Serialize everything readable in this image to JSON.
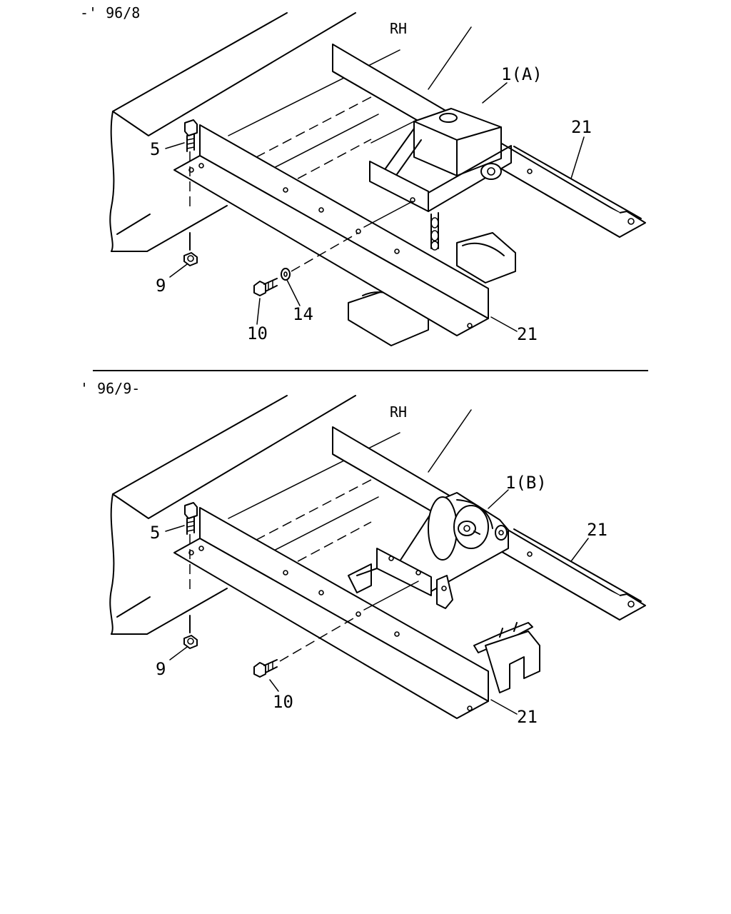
{
  "diagrams": [
    {
      "period": "-' 96/8",
      "side": "RH",
      "callouts": {
        "assembly": "1(A)",
        "bolt_top": "5",
        "nut": "9",
        "bolt_side": "10",
        "washer": "14",
        "member_rear": "21",
        "member_front": "21"
      }
    },
    {
      "period": "' 96/9-",
      "side": "RH",
      "callouts": {
        "assembly": "1(B)",
        "bolt_top": "5",
        "nut": "9",
        "bolt_side": "10",
        "member_rear": "21",
        "member_front": "21"
      }
    }
  ]
}
